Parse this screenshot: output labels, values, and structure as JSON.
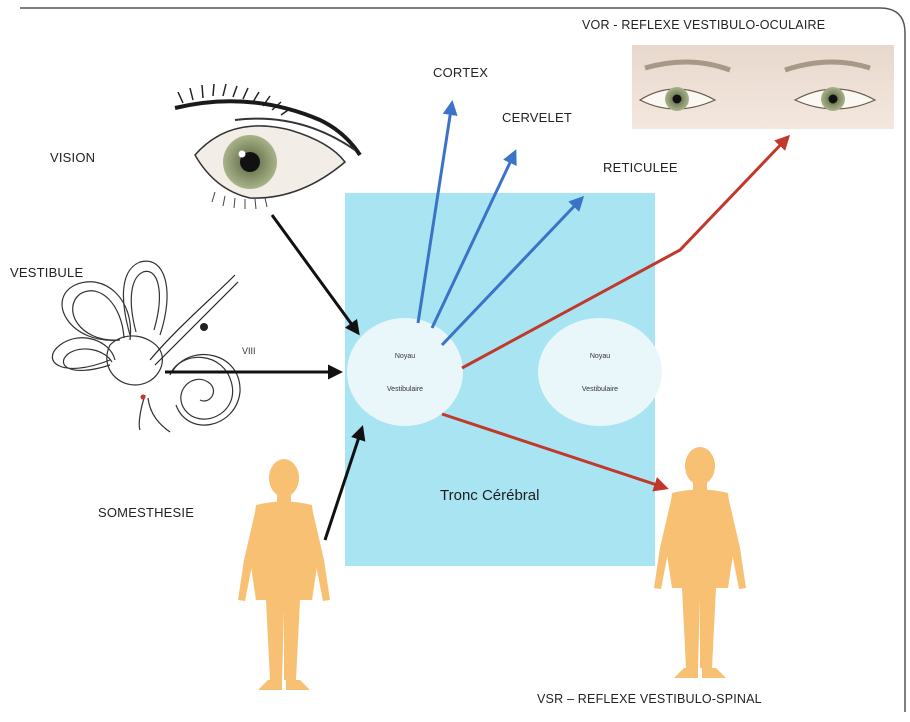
{
  "labels": {
    "vision": "VISION",
    "vestibule": "VESTIBULE",
    "somesthesie": "SOMESTHESIE",
    "cortex": "CORTEX",
    "cervelet": "CERVELET",
    "reticulee": "RETICULEE",
    "vor": "VOR - REFLEXE VESTIBULO-OCULAIRE",
    "vsr": "VSR – REFLEXE VESTIBULO-SPINAL",
    "nerve": "VIII",
    "tronc": "Tronc Cérébral"
  },
  "nuclei": [
    {
      "line1": "Noyau",
      "line2": "Vestibulaire"
    },
    {
      "line1": "Noyau",
      "line2": "Vestibulaire"
    }
  ],
  "colors": {
    "brainstem": "#a8e4f2",
    "input_arrows": "#111111",
    "ascending_arrows": "#3b73c6",
    "reflex_arrows": "#c0392b",
    "body": "#f7c072",
    "frame": "#555555"
  },
  "icons": [
    "eye-icon",
    "inner-ear-icon",
    "human-body-icon",
    "eyes-photo-icon"
  ]
}
